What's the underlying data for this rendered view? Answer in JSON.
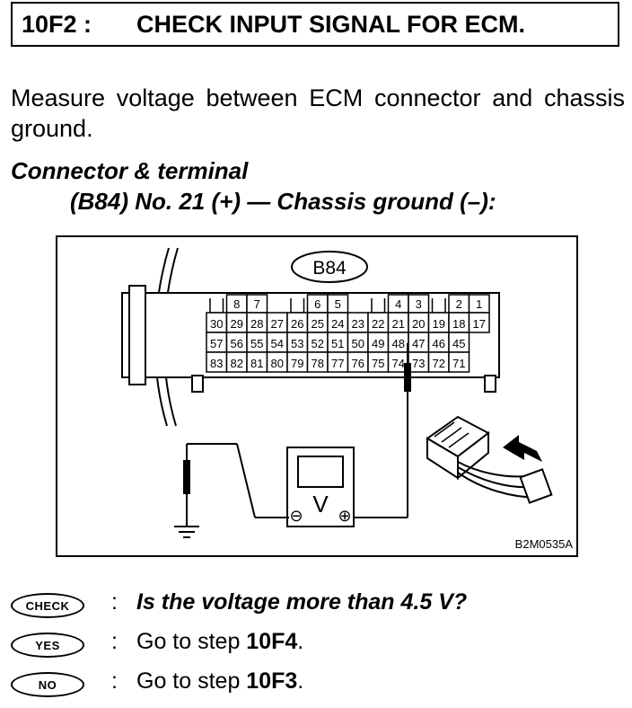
{
  "header": {
    "code": "10F2 :",
    "title": "CHECK INPUT SIGNAL FOR ECM."
  },
  "intro": "Measure voltage between ECM connector and chassis ground.",
  "connector": {
    "heading": "Connector & terminal",
    "spec": "(B84) No. 21 (+) — Chassis ground (–):"
  },
  "figure": {
    "connector_label": "B84",
    "top_row": [
      {
        "n": "8",
        "col": 1
      },
      {
        "n": "7",
        "col": 2
      },
      {
        "n": "6",
        "col": 5
      },
      {
        "n": "5",
        "col": 6
      },
      {
        "n": "4",
        "col": 9
      },
      {
        "n": "3",
        "col": 10
      },
      {
        "n": "2",
        "col": 12
      },
      {
        "n": "1",
        "col": 13
      }
    ],
    "rows": [
      [
        "30",
        "29",
        "28",
        "27",
        "26",
        "25",
        "24",
        "23",
        "22",
        "21",
        "20",
        "19",
        "18",
        "17"
      ],
      [
        "57",
        "56",
        "55",
        "54",
        "53",
        "52",
        "51",
        "50",
        "49",
        "48",
        "47",
        "46",
        "45",
        ""
      ],
      [
        "83",
        "82",
        "81",
        "80",
        "79",
        "78",
        "77",
        "76",
        "75",
        "74",
        "73",
        "72",
        "71",
        ""
      ]
    ],
    "probe_terminal": "21",
    "meter_symbol": "V",
    "meter_negative": "⊖",
    "meter_positive": "⊕",
    "figure_id": "B2M0535A"
  },
  "qa": [
    {
      "badge": "CHECK",
      "colon": ":",
      "text": "Is the voltage more than 4.5 V?"
    },
    {
      "badge": "YES",
      "colon": ":",
      "prefix": "Go to step ",
      "step": "10F4",
      "suffix": "."
    },
    {
      "badge": "NO",
      "colon": ":",
      "prefix": "Go to step ",
      "step": "10F3",
      "suffix": "."
    }
  ]
}
